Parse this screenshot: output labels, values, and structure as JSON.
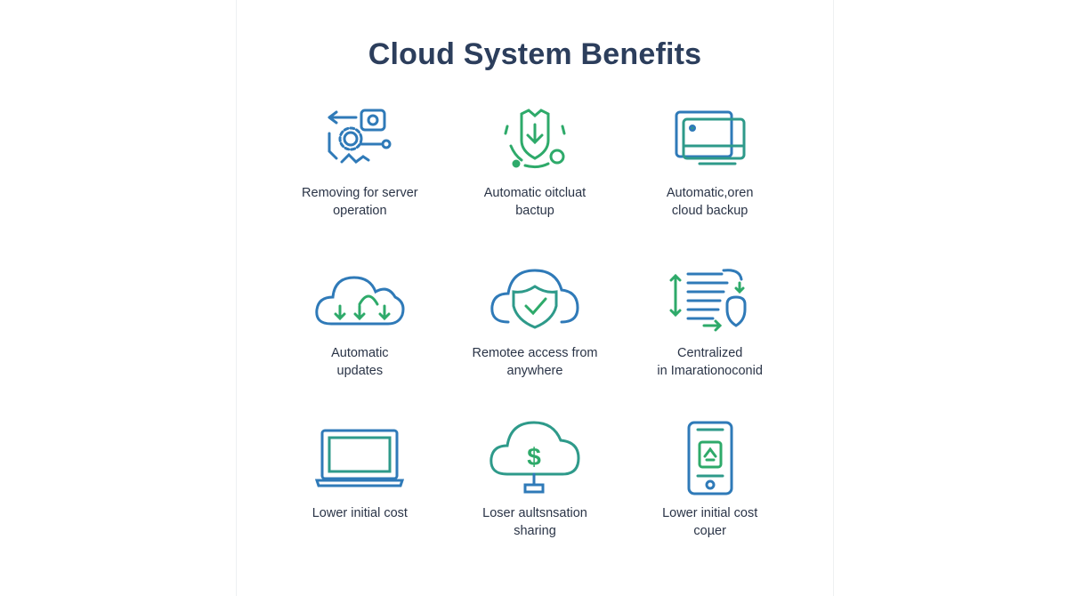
{
  "title": "Cloud System Benefits",
  "colors": {
    "blue": "#2f7ab8",
    "green": "#2eaa6a",
    "title": "#2c3e5c"
  },
  "items": [
    {
      "icon": "gears-process-icon",
      "label": "Removing for server\noperation"
    },
    {
      "icon": "shield-download-icon",
      "label": "Automatic oitcluat\nbactup"
    },
    {
      "icon": "card-stack-icon",
      "label": "Automatic,oren\ncloud backup"
    },
    {
      "icon": "cloud-download-icon",
      "label": "Automatic\nupdates"
    },
    {
      "icon": "cloud-shield-check-icon",
      "label": "Remotee access from\nanywhere"
    },
    {
      "icon": "document-lock-icon",
      "label": "Centralized\nin Imarationoconid"
    },
    {
      "icon": "laptop-icon",
      "label": "Lower initial cost"
    },
    {
      "icon": "cloud-dollar-icon",
      "label": "Loser aultsnsation\nsharing"
    },
    {
      "icon": "smartphone-icon",
      "label": "Lower initial cost\ncoµer"
    }
  ]
}
